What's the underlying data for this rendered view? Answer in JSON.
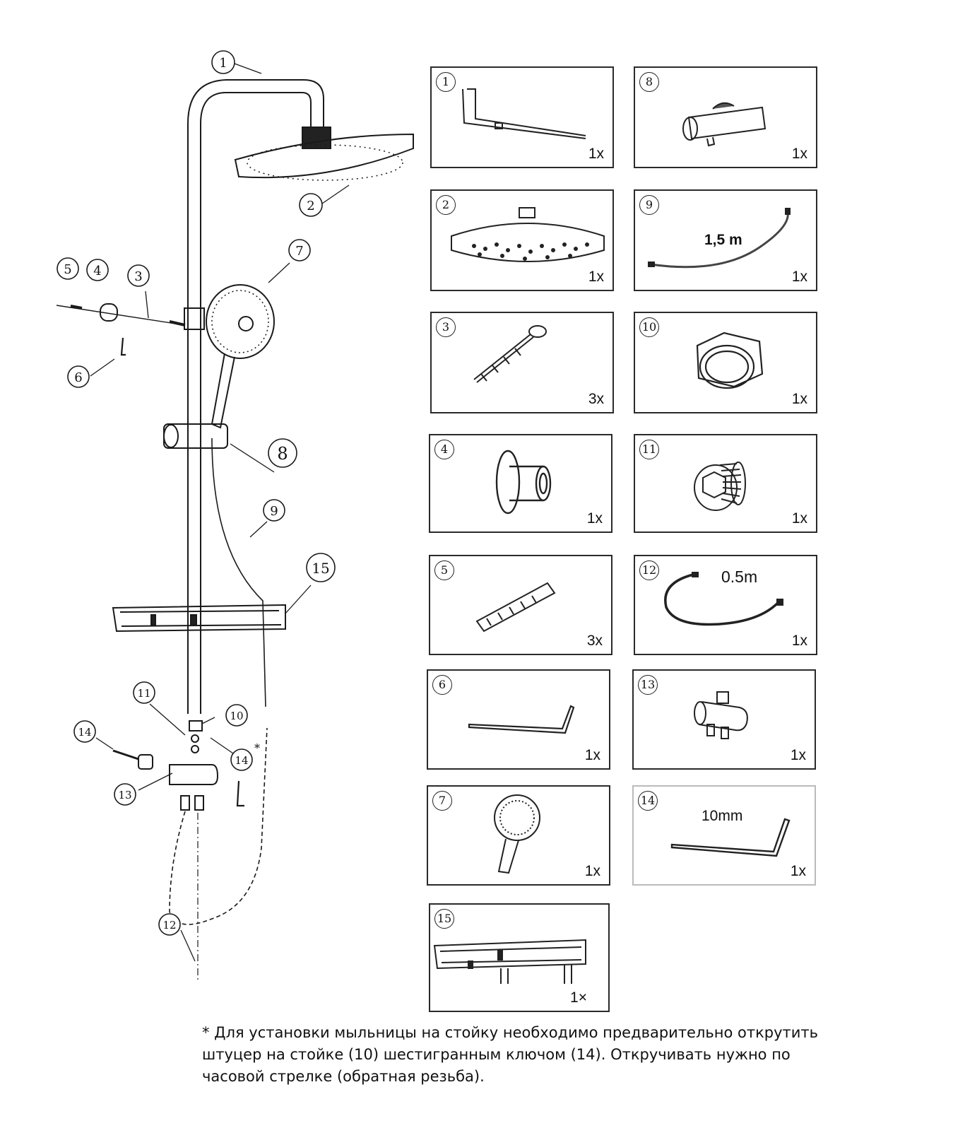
{
  "assembly": {
    "callouts": [
      {
        "id": "c1",
        "label": "1"
      },
      {
        "id": "c2",
        "label": "2"
      },
      {
        "id": "c3",
        "label": "3"
      },
      {
        "id": "c4",
        "label": "4"
      },
      {
        "id": "c5",
        "label": "5"
      },
      {
        "id": "c6",
        "label": "6"
      },
      {
        "id": "c7",
        "label": "7"
      },
      {
        "id": "c8",
        "label": "8"
      },
      {
        "id": "c9",
        "label": "9"
      },
      {
        "id": "c10",
        "label": "10"
      },
      {
        "id": "c11",
        "label": "11"
      },
      {
        "id": "c12",
        "label": "12"
      },
      {
        "id": "c13",
        "label": "13"
      },
      {
        "id": "c14a",
        "label": "14"
      },
      {
        "id": "c14b",
        "label": "14"
      },
      {
        "id": "c15",
        "label": "15"
      }
    ],
    "asterisk": "*"
  },
  "parts": [
    {
      "number": "1",
      "qty": "1x",
      "icon": "shower-arm-icon"
    },
    {
      "number": "2",
      "qty": "1x",
      "icon": "rain-shower-head-icon"
    },
    {
      "number": "3",
      "qty": "3x",
      "icon": "screw-icon"
    },
    {
      "number": "4",
      "qty": "1x",
      "icon": "wall-flange-icon"
    },
    {
      "number": "5",
      "qty": "3x",
      "icon": "wall-plug-icon"
    },
    {
      "number": "6",
      "qty": "1x",
      "icon": "hex-key-icon"
    },
    {
      "number": "7",
      "qty": "1x",
      "icon": "hand-shower-icon"
    },
    {
      "number": "8",
      "qty": "1x",
      "icon": "slider-holder-icon"
    },
    {
      "number": "9",
      "qty": "1x",
      "icon": "shower-hose-icon",
      "label": "1,5 m"
    },
    {
      "number": "10",
      "qty": "1x",
      "icon": "hex-nut-icon"
    },
    {
      "number": "11",
      "qty": "1x",
      "icon": "threaded-adapter-icon"
    },
    {
      "number": "12",
      "qty": "1x",
      "icon": "connection-hose-icon",
      "label": "0.5m"
    },
    {
      "number": "13",
      "qty": "1x",
      "icon": "diverter-icon"
    },
    {
      "number": "14",
      "qty": "1x",
      "icon": "hex-key-icon",
      "label": "10mm"
    },
    {
      "number": "15",
      "qty": "1×",
      "icon": "soap-shelf-icon"
    }
  ],
  "footnote": {
    "line1": "* Для установки мыльницы на стойку необходимо предварительно открутить",
    "line2": "штуцер на стойке (10) шестигранным ключом (14). Откручивать нужно по",
    "line3": "часовой стрелке (обратная резьба)."
  }
}
